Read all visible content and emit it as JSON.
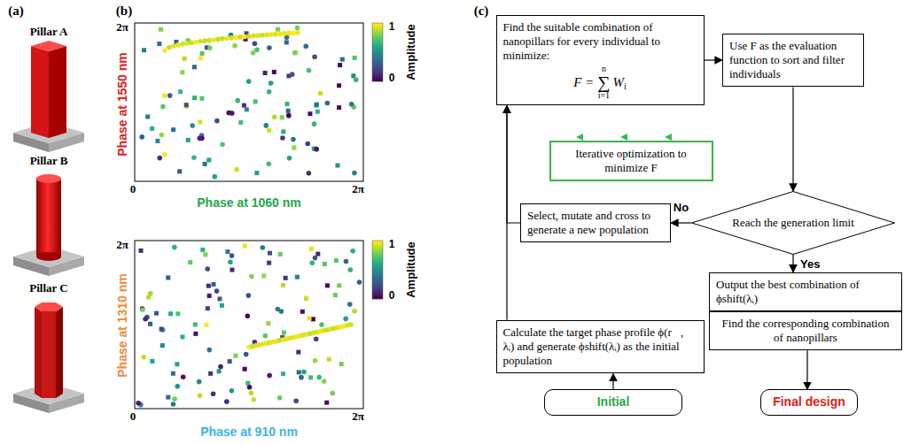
{
  "diagram": {
    "nodes": [
      {
        "text": [
          "Find the suitable combination of nanopillars for every individual to minimize:",
          "F =",
          "n",
          "∑",
          "i=1",
          "W",
          "i"
        ]
      },
      {
        "text": [
          "Use F as the evaluation function to sort and filter individuals"
        ]
      },
      {
        "text": [
          "Iterative optimization to minimize F"
        ]
      },
      {
        "text": [
          "Reach the generation limit"
        ]
      },
      {
        "text": [
          "Select, mutate and cross to generate a new population"
        ]
      },
      {
        "text": [
          "Calculate the target phase profile ϕ(r⃗, λᵢ) and generate ϕshift(λᵢ) as the initial population"
        ]
      },
      {
        "text": [
          "Output the best combination of ϕshift(λᵢ)"
        ]
      },
      {
        "text": [
          "Find the corresponding combination of nanopillars"
        ]
      },
      {
        "text": [
          "Initial"
        ]
      },
      {
        "text": [
          "Final design"
        ]
      }
    ],
    "edges": [
      {
        "from": 0,
        "to": 1,
        "arrow": "to"
      },
      {
        "from": 1,
        "to": 3,
        "arrow": "to"
      },
      {
        "from": 3,
        "to": 4,
        "label": "No",
        "arrow": "to"
      },
      {
        "from": 4,
        "to": 0,
        "arrow": "to"
      },
      {
        "from": 5,
        "to": 0,
        "arrow": "to"
      },
      {
        "from": 8,
        "to": 5,
        "arrow": "to"
      },
      {
        "from": 3,
        "to": 6,
        "label": "Yes",
        "arrow": "to"
      },
      {
        "from": 6,
        "to": 7,
        "arrow": "to"
      },
      {
        "from": 7,
        "to": 9,
        "arrow": "to"
      }
    ],
    "labels": [
      "(a)",
      "Pillar A",
      "Pillar B",
      "Pillar C",
      "(b)",
      "2π",
      "0",
      "2π",
      "Phase at 1550 nm",
      "Phase at 1060 nm",
      "Amplitude",
      "1",
      "0",
      "2π",
      "0",
      "2π",
      "Phase at 1310 nm",
      "Phase at 910 nm",
      "Amplitude",
      "1",
      "0",
      "(c)"
    ]
  }
}
